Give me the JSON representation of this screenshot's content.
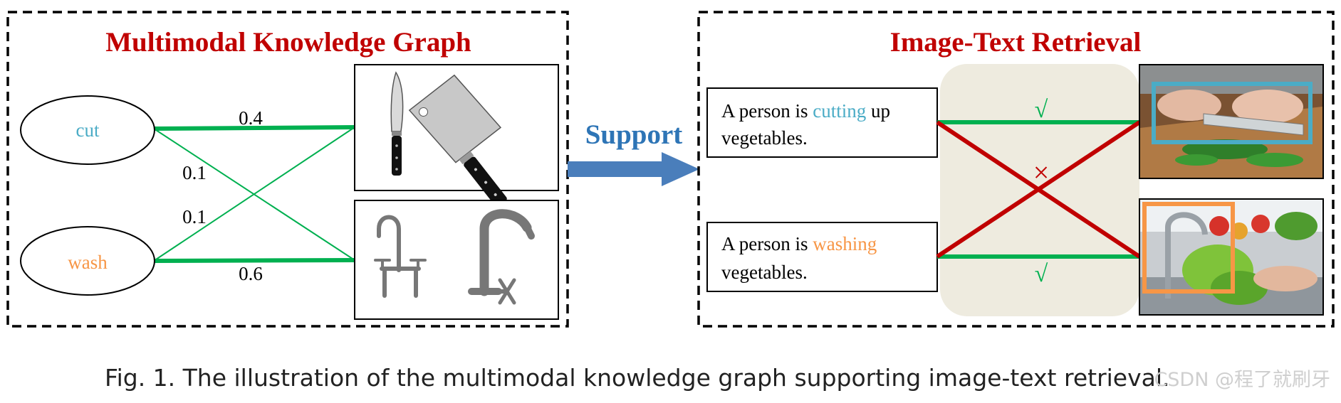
{
  "left_panel": {
    "title": "Multimodal Knowledge Graph",
    "title_color": "#c00000",
    "nodes": [
      {
        "label": "cut",
        "color": "#4bacc6"
      },
      {
        "label": "wash",
        "color": "#f79646"
      }
    ],
    "weights": [
      "0.4",
      "0.1",
      "0.1",
      "0.6"
    ],
    "edge_color": "#00b050",
    "image_boxes": [
      {
        "icon": "knife-and-cleaver-icon"
      },
      {
        "icon": "faucets-icon"
      }
    ]
  },
  "arrow": {
    "label": "Support",
    "label_color": "#2e75b6",
    "color": "#4a7ebb"
  },
  "right_panel": {
    "title": "Image-Text Retrieval",
    "title_color": "#c00000",
    "texts": [
      {
        "before": "A person is ",
        "highlight": "cutting",
        "highlight_color": "#4bacc6",
        "after": " up",
        "line2": "vegetables."
      },
      {
        "before": "A person is ",
        "highlight": "washing",
        "highlight_color": "#f79646",
        "after": "",
        "line2": "vegetables."
      }
    ],
    "match_mark": "√",
    "match_color": "#00b050",
    "mismatch_mark": "×",
    "mismatch_color": "#c00000",
    "images": [
      {
        "icon": "cutting-vegetables-photo",
        "box_color": "#4bacc6"
      },
      {
        "icon": "washing-vegetables-photo",
        "box_color": "#f79646"
      }
    ]
  },
  "caption": "Fig. 1.  The illustration of the multimodal knowledge graph supporting image-text retrieval.",
  "watermark": "CSDN @程了就刷牙"
}
